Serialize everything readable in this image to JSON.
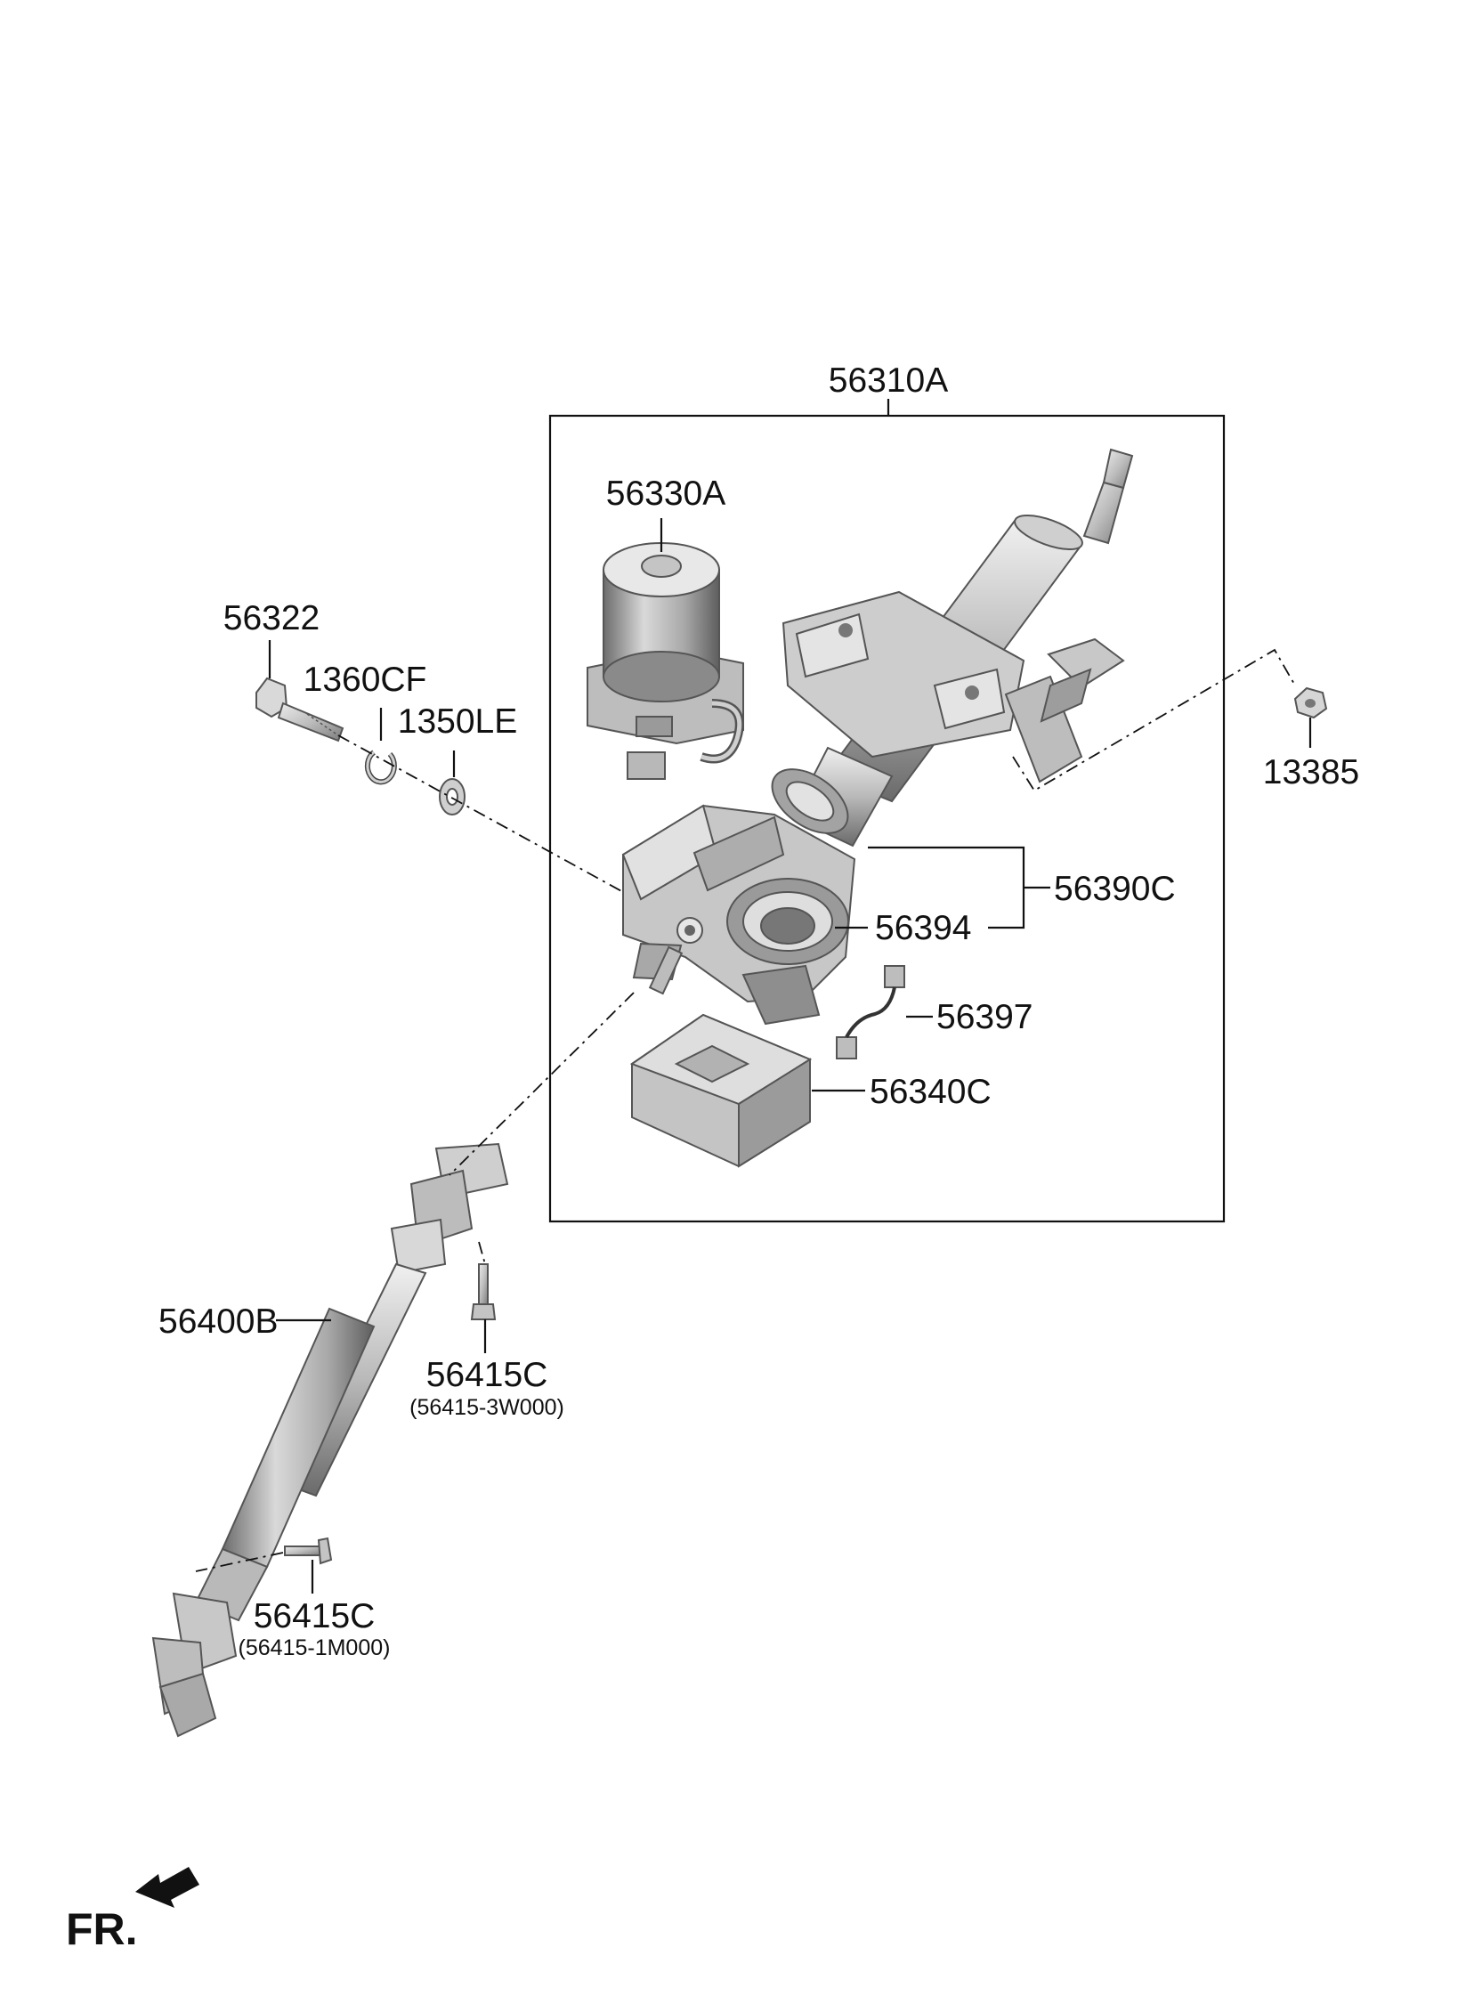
{
  "labels": {
    "column_assy": "56310A",
    "motor": "56330A",
    "bolt": "56322",
    "clip": "1360CF",
    "washer": "1350LE",
    "nut": "13385",
    "gear_housing": "56390C",
    "gear_cover": "56394",
    "sensor_harness": "56397",
    "ecu": "56340C",
    "shaft": "56400B",
    "upper_bolt": "56415C",
    "upper_bolt_pn": "(56415-3W000)",
    "lower_bolt": "56415C",
    "lower_bolt_pn": "(56415-1M000)",
    "front": "FR."
  },
  "colors": {
    "part_light": "#d4d4d4",
    "part_mid": "#a9a9a9",
    "part_dark": "#6e6e6e",
    "line": "#111111"
  }
}
